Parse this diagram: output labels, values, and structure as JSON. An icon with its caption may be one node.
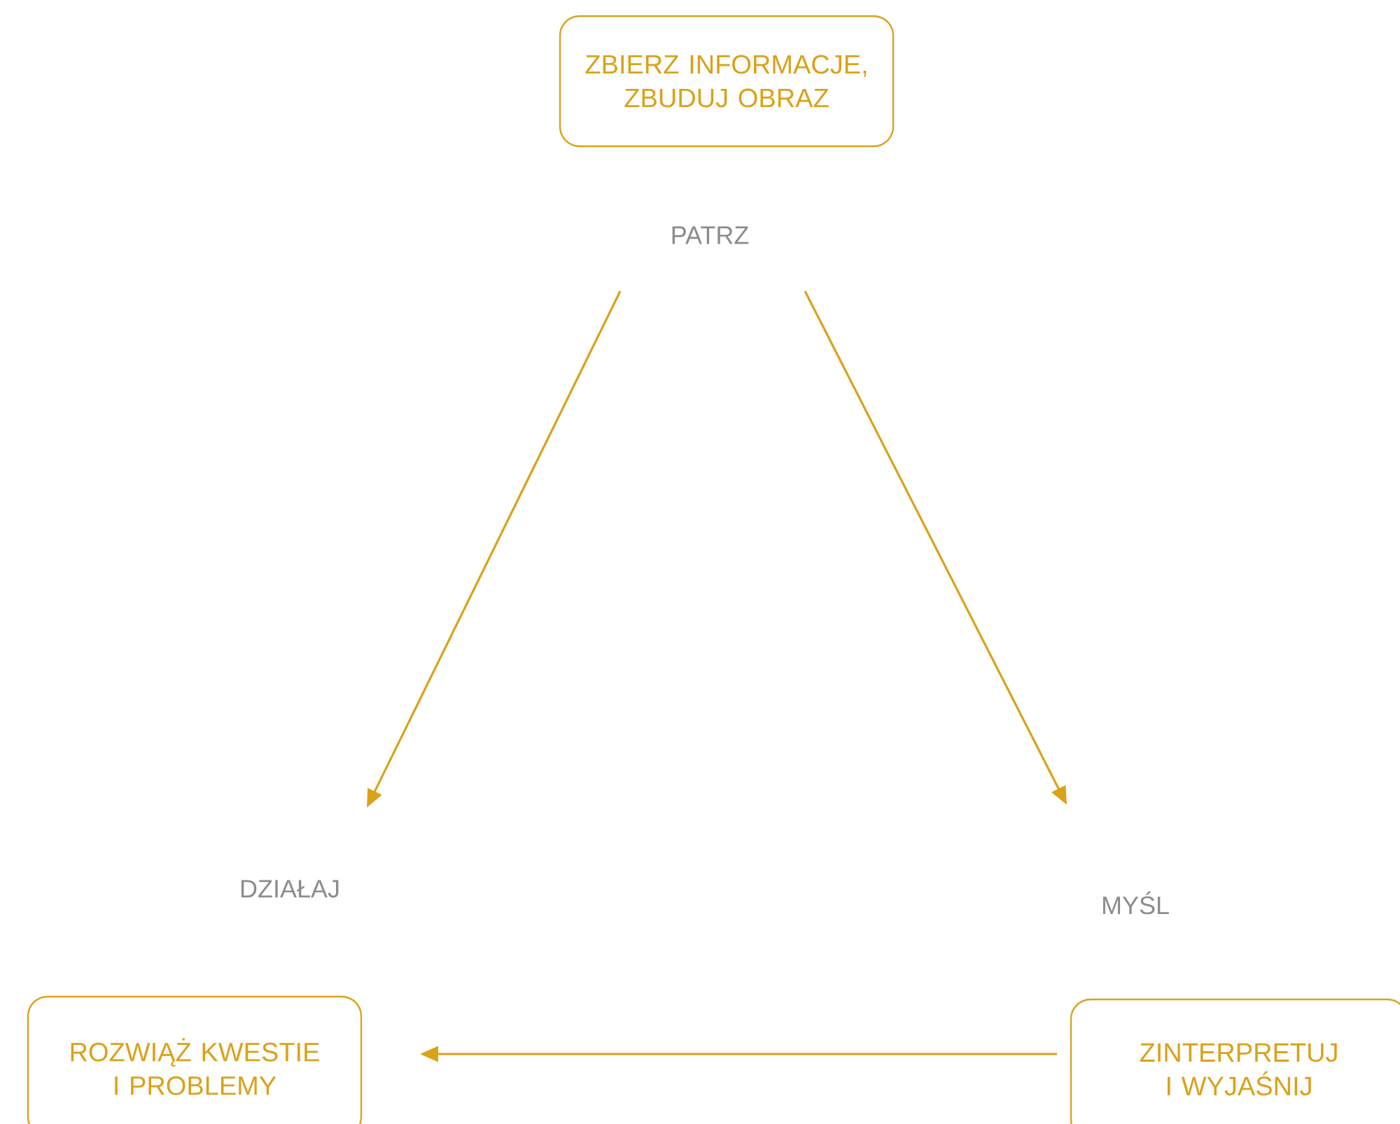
{
  "diagram": {
    "nodes": [
      {
        "text": [
          "ZBIERZ INFORMACJE, ZBUDUJ OBRAZ"
        ]
      },
      {
        "text": [
          "PATRZ"
        ]
      },
      {
        "text": [
          "DZIAŁAJ"
        ]
      },
      {
        "text": [
          "MYŚL"
        ]
      },
      {
        "text": [
          "ROZWIĄŻ KWESTIE I PROBLEMY"
        ]
      },
      {
        "text": [
          "ZINTERPRETUJ I WYJAŚNIJ"
        ]
      }
    ],
    "edges": [
      {
        "from": 1,
        "to": 2,
        "arrow": "to"
      },
      {
        "from": 1,
        "to": 3,
        "arrow": "to"
      },
      {
        "from": 5,
        "to": 4,
        "arrow": "to"
      }
    ]
  }
}
